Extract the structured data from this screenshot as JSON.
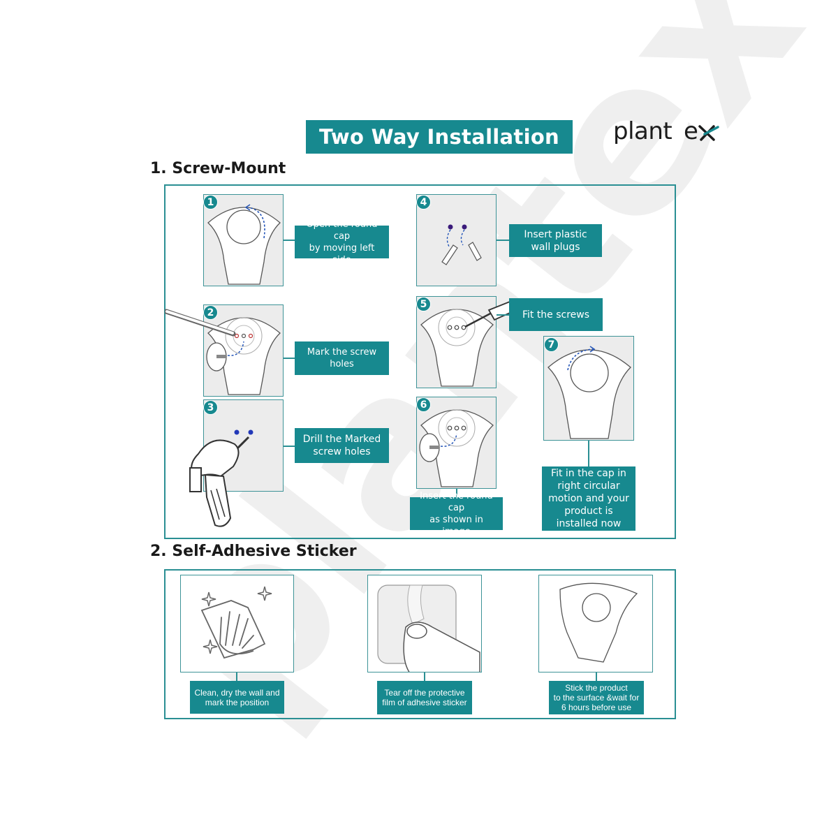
{
  "header": {
    "title": "Two Way Installation",
    "brand": "plantex"
  },
  "screw_mount": {
    "title": "1. Screw-Mount",
    "steps": [
      {
        "number": "1",
        "label": "Open the round cap\nby moving left side"
      },
      {
        "number": "2",
        "label": "Mark the screw\nholes"
      },
      {
        "number": "3",
        "label": "Drill the Marked\nscrew holes"
      },
      {
        "number": "4",
        "label": "Insert plastic\nwall plugs"
      },
      {
        "number": "5",
        "label": "Fit the screws"
      },
      {
        "number": "6",
        "label": "Insert the round cap\nas shown in image"
      },
      {
        "number": "7",
        "label": "Fit in the cap in\nright circular\nmotion and your\nproduct is\ninstalled now"
      }
    ]
  },
  "self_adhesive": {
    "title": "2. Self-Adhesive Sticker",
    "steps": [
      {
        "label": "Clean, dry the wall and\nmark the position"
      },
      {
        "label": "Tear off the protective\nfilm of adhesive sticker"
      },
      {
        "label": "Stick the product\nto the surface &wait for\n6 hours before use"
      }
    ]
  },
  "colors": {
    "teal": "#17898f",
    "border": "#2a8f93",
    "panel_bg": "#ececec"
  }
}
